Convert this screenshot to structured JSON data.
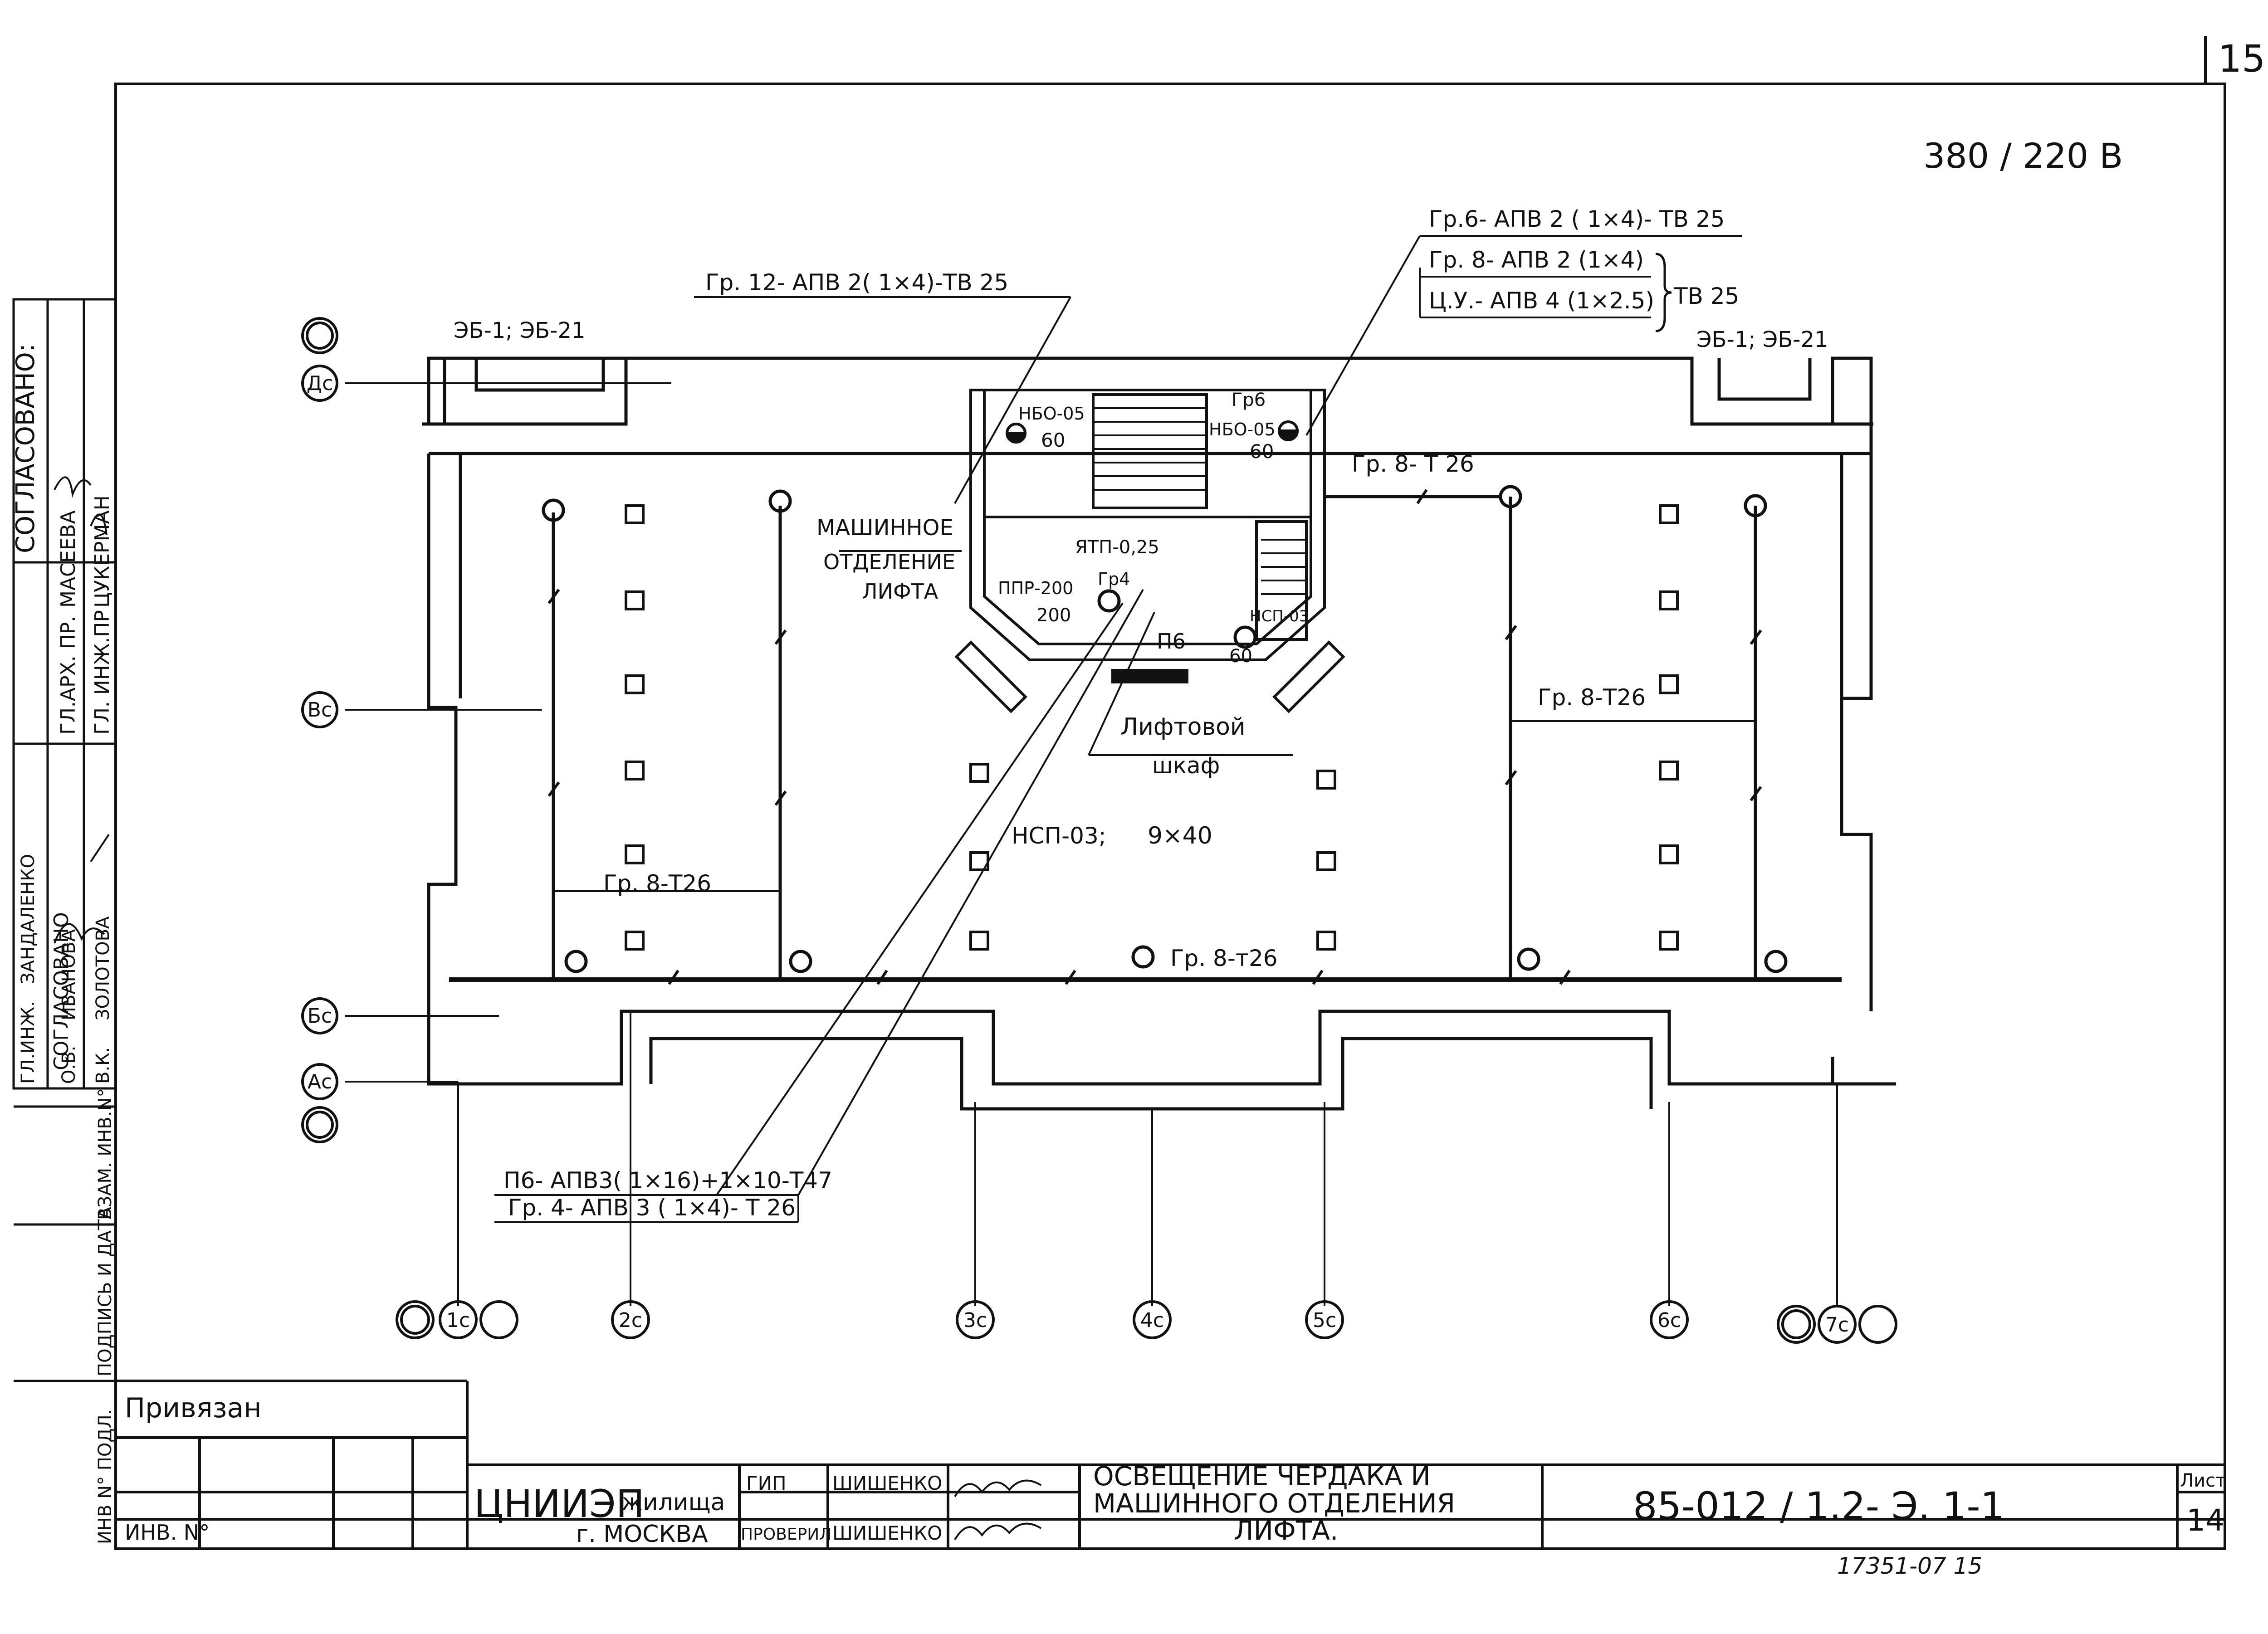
{
  "sheet_number": "15",
  "voltage": "380 / 220 В",
  "cable_labels": {
    "gr12": "Гр. 12- АПВ 2( 1×4)-ТВ 25",
    "gr6": "Гр.6- АПВ 2 ( 1×4)- ТВ 25",
    "gr8": "Гр. 8- АПВ 2 (1×4)",
    "cu": "Ц.У.- АПВ 4 (1×2.5)",
    "tb25": "ТВ 25",
    "p6": "П6- АПВ3( 1×16)+1×10-Т47",
    "gr4": "Гр. 4- АПВ 3 ( 1×4)- Т 26"
  },
  "fixture_labels": {
    "eb_left": "ЭБ-1;  ЭБ-21",
    "eb_right": "ЭБ-1; ЭБ-21",
    "nb_left_type": "НБО-05",
    "nb_left_power": "60",
    "nb_right_group": "Гр6",
    "nb_right_type": "НБО-05",
    "nb_right_power": "60",
    "room_line1": "МАШИННОЕ",
    "room_line2": "ОТДЕЛЕНИЕ",
    "room_line3": "ЛИФТА",
    "ytp": "ЯТП-0,25",
    "ppr": "ППР-200",
    "ppr_value": "200",
    "gr4_small": "Гр4",
    "nsp_small": "НСП-03",
    "nsp_small_power": "60",
    "p6_small": "П6",
    "cabinet_line1": "Лифтовой",
    "cabinet_line2": "шкаф",
    "nsp_main": "НСП-03;",
    "nsp_main_count": "9×40",
    "gr8_t26_a": "Гр. 8- Т 26",
    "gr8_t26_b": "Гр. 8-Т26",
    "gr8_t26_c": "Гр. 8-Т26",
    "gr8_t26_d": "Гр. 8-т26"
  },
  "axes": {
    "rows": [
      "Дс",
      "Вс",
      "Бс",
      "Ас"
    ],
    "columns": [
      "1с",
      "2с",
      "3с",
      "4с",
      "5с",
      "6с",
      "7с"
    ]
  },
  "side_stamp": {
    "heading": "СОГЛАСОВАНО:",
    "r1": [
      "ГЛ.АРХ. ПР.",
      "МАСЕЕВА"
    ],
    "r2": [
      "ГЛ. ИНЖ.ПР",
      "ЦУКЕРМАН"
    ],
    "r3_title": "СОГЛАСОВАНО",
    "r3": [
      "ГЛ.ИНЖ.",
      "ЗАНДАЛЕНКО"
    ],
    "r4": [
      "О.В.",
      "ИВАНОВА"
    ],
    "r5": [
      "В.К.",
      "ЗОЛОТОВА"
    ],
    "c1": "ВЗАМ. ИНВ.N°",
    "c2": "ПОДПИСЬ И ДАТА",
    "c3": "ИНВ N° ПОДЛ."
  },
  "title_block": {
    "privyazan": "Привязан",
    "inv": "ИНВ. N°",
    "org": "ЦНИИЭП",
    "org_suffix": "жилища",
    "city": "г. МОСКВА",
    "role1": "ГИП",
    "role2": "ПРОВЕРИЛ",
    "name1": "ШИШЕНКО",
    "name2": "ШИШЕНКО",
    "title_line1": "ОСВЕЩЕНИЕ  ЧЕРДАКА  И",
    "title_line2": "МАШИННОГО  ОТДЕЛЕНИЯ",
    "title_line3": "ЛИФТА.",
    "code": "85-012 / 1.2- Э. 1-1",
    "sheet_label": "Лист",
    "sheet_no": "14"
  },
  "footer_note": "17351-07    15"
}
